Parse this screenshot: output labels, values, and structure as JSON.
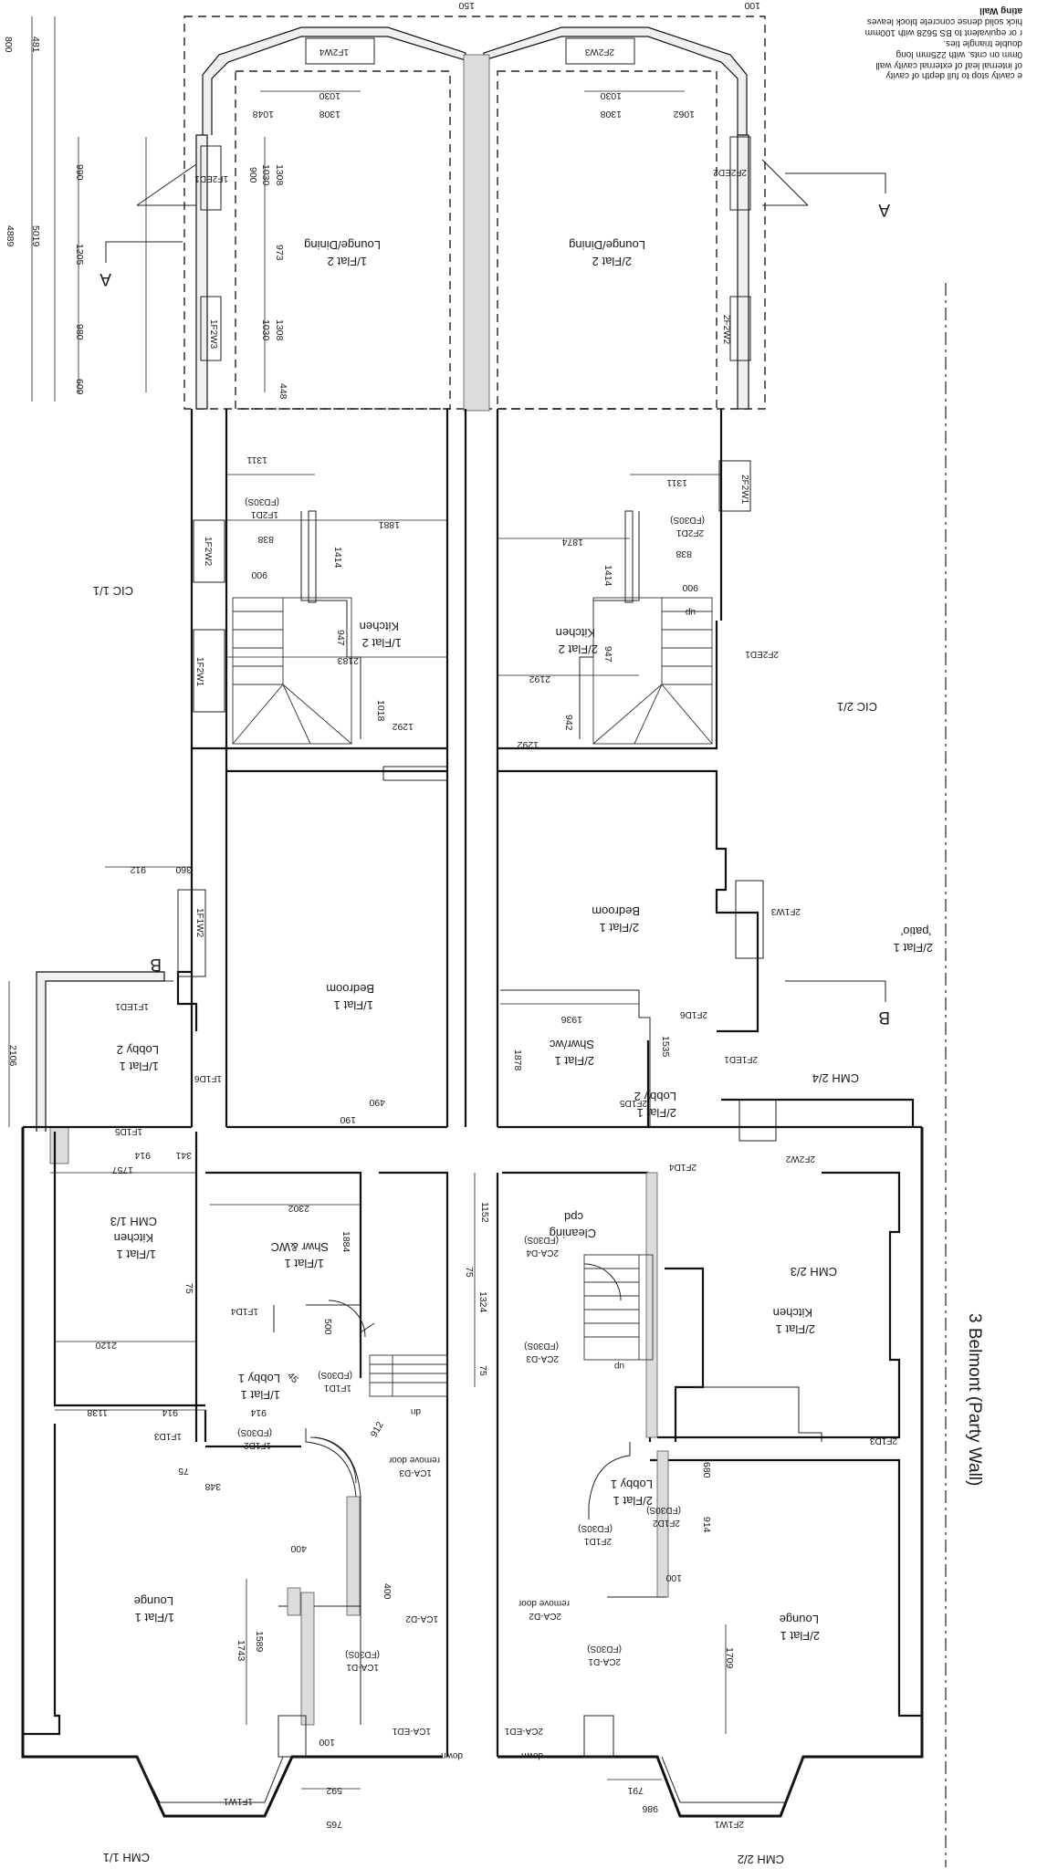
{
  "notes": {
    "lines": [
      "e cavity stop to full depth of cavity",
      "of internal leaf of external cavity wall",
      "0mm on cnts. with 225mm long",
      "double triangle ties.",
      "r or equivalent to BS 5628 with 100mm",
      "hick solid dense concrete block leaves",
      "ating Wall"
    ]
  },
  "party_wall": "3 Belmont (Party Wall)",
  "sections": {
    "a": "A",
    "b": "B"
  },
  "rooms": {
    "f2_lounge_dining_left": [
      "1/Flat 2",
      "Lounge/Dining"
    ],
    "f2_lounge_dining_right": [
      "2/Flat 2",
      "Lounge/Dining"
    ],
    "f2_kitchen_left": [
      "1/Flat 2",
      "Kitchen"
    ],
    "f2_kitchen_right": [
      "2/Flat 2",
      "Kitchen"
    ],
    "f1_bedroom_left": [
      "1/Flat 1",
      "Bedroom"
    ],
    "f1_bedroom_right": [
      "2/Flat 1",
      "Bedroom"
    ],
    "f1_lobby2_left": [
      "1/Flat 1",
      "Lobby 2"
    ],
    "f1_shower_right": [
      "2/Flat 1",
      "Shwr/wc"
    ],
    "f1_lobby2_right": [
      "2/Flat 1",
      "Lobby 2"
    ],
    "f1_patio": [
      "2/Flat 1",
      "'patio'"
    ],
    "f1_kitchen_left": [
      "1/Flat 1",
      "Kitchen",
      "CMH 1/3"
    ],
    "f1_shower_left": [
      "1/Flat 1",
      "Shwr &WC"
    ],
    "cleaning": [
      "Cleaning",
      "cpd"
    ],
    "f1_kitchen_right": [
      "2/Flat 1",
      "Kitchen"
    ],
    "f1_lobby1_left": [
      "1/Flat 1",
      "Lobby 1"
    ],
    "f1_lobby1_right": [
      "2/Flat 1",
      "Lobby 1"
    ],
    "f1_lounge_left": [
      "1/Flat 1",
      "Lounge"
    ],
    "f1_lounge_right": [
      "2/Flat 1",
      "Lounge"
    ]
  },
  "tags": {
    "cic11": "CIC 1/1",
    "cic21": "CIC 2/1",
    "cmh24": "CMH 2/4",
    "cmh23": "CMH 2/3",
    "cmh11": "CMH 1/1",
    "cmh22": "CMH 2/2"
  },
  "openings": {
    "1F2W4": "1F2W4",
    "2F2W3": "2F2W3",
    "1F2ED1": "1F2ED1",
    "2F2ED2": "2F2ED2",
    "1F2W3": "1F2W3",
    "2F2W2": "2F2W2",
    "2F2W1": "2F2W1",
    "1F2W2": "1F2W2",
    "1F2W1": "1F2W1",
    "2F2ED1": "2F2ED1",
    "1F2D1": "1F2D1",
    "2F2D1": "2F2D1",
    "FD30S": "(FD30S)",
    "1F1W2": "1F1W2",
    "2F1W3": "2F1W3",
    "1F1ED1": "1F1ED1",
    "1F1D6": "1F1D6",
    "2F1D6": "2F1D6",
    "2F1ED1": "2F1ED1",
    "2F1D5": "2F1D5",
    "1F1D5": "1F1D5",
    "2F1D4": "2F1D4",
    "2F2W2b": "2F2W2",
    "1F1D4": "1F1D4",
    "2CA-D4": "2CA-D4",
    "2CA-D3": "2CA-D3",
    "1F1D1": "1F1D1",
    "1F1D3": "1F1D3",
    "2F1D3": "2F1D3",
    "1F1D2": "1F1D2",
    "1CA-D3": "1CA-D3",
    "remove_door": "remove door",
    "2F1D2": "2F1D2",
    "2F1D1": "2F1D1",
    "2CA-D2": "2CA-D2",
    "1CA-D2": "1CA-D2",
    "1CA-D1": "1CA-D1",
    "2CA-D1": "2CA-D1",
    "1CA-ED1": "1CA-ED1",
    "2CA-ED1": "2CA-ED1",
    "1F1W1": "1F1W1",
    "2F1W1": "2F1W1"
  },
  "stairs": {
    "up": "up",
    "dn": "dn",
    "down": "down"
  },
  "dims": {
    "d150": "150",
    "d100": "100",
    "d1030a": "1030",
    "d1308a": "1308",
    "d1048": "1048",
    "d1030b": "1030",
    "d1308b": "1308",
    "d1062": "1062",
    "d1308c": "1308",
    "d1030c": "1030",
    "d900a": "900",
    "d973": "973",
    "d1030d": "1030",
    "d1308d": "1308",
    "d448": "448",
    "d800": "800",
    "d481": "481",
    "d990a": "990",
    "d1205": "1205",
    "d980": "980",
    "d609": "609",
    "d5019": "5019",
    "d4889": "4889",
    "d1311a": "1311",
    "d1311b": "1311",
    "d1881": "1881",
    "d1874": "1874",
    "d1414a": "1414",
    "d1414b": "1414",
    "d838a": "838",
    "d838b": "838",
    "d900b": "900",
    "d900c": "900",
    "d947a": "947",
    "d947b": "947",
    "d2183": "2183",
    "d2192": "2192",
    "d1018": "1018",
    "d942": "942",
    "d1292a": "1292",
    "d1292b": "1292",
    "d912a": "912",
    "d360": "360",
    "d2106": "2106",
    "d1936": "1936",
    "d1878": "1878",
    "d1535": "1535",
    "d490": "490",
    "d190": "190",
    "d914a": "914",
    "d341": "341",
    "d1757": "1757",
    "d2302": "2302",
    "d1884": "1884",
    "d1152": "1152",
    "d75a": "75",
    "d75b": "75",
    "d1324": "1324",
    "d75c": "75",
    "d500": "500",
    "d2120": "2120",
    "d45": "45",
    "d912b": "912",
    "d1138": "1138",
    "d914b": "914",
    "d914c": "914",
    "d348": "348",
    "d75d": "75",
    "d680": "680",
    "d914d": "914",
    "d100b": "100",
    "d400a": "400",
    "d400b": "400",
    "d1743": "1743",
    "d1589": "1589",
    "d1709": "1709",
    "d100c": "100",
    "d592": "592",
    "d765": "765",
    "d791": "791",
    "d986": "986"
  }
}
